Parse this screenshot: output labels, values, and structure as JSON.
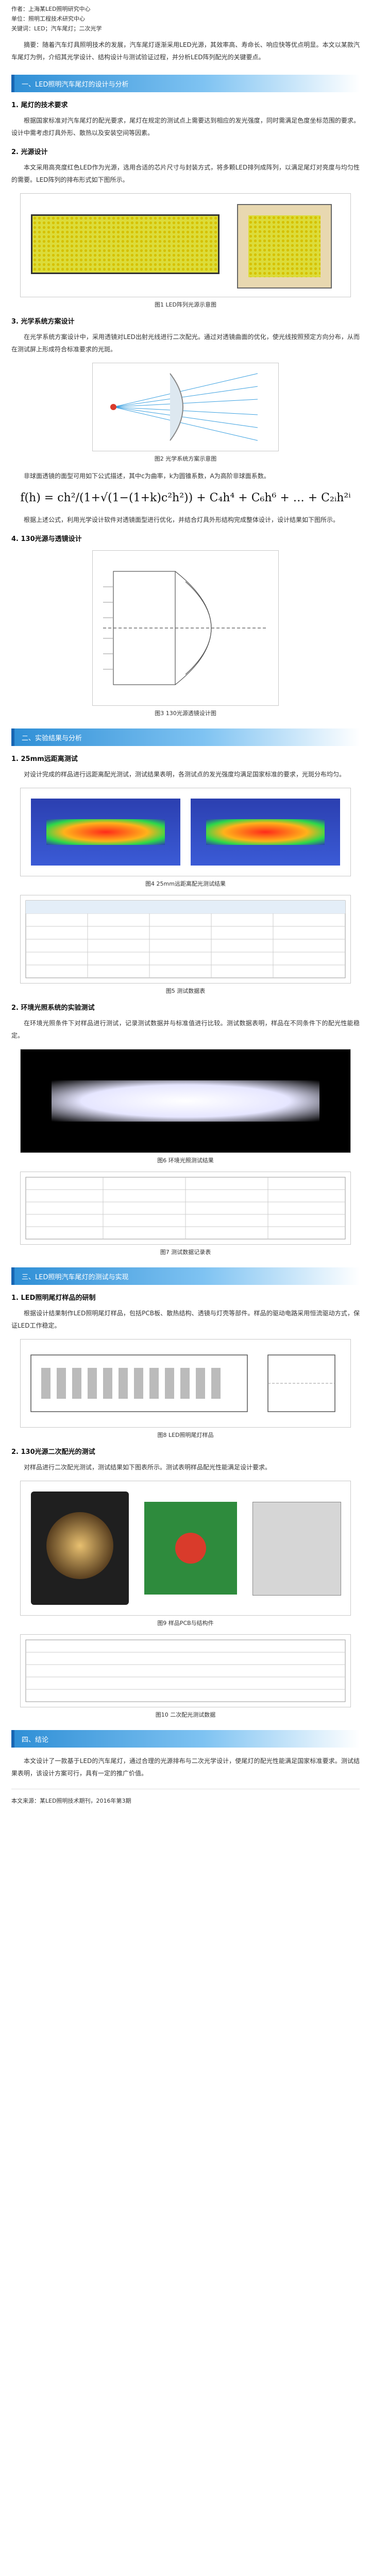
{
  "meta": {
    "author_label": "作者：",
    "author": "上海某LED照明研究中心",
    "unit_label": "单位：",
    "unit": "照明工程技术研究中心",
    "keywords_label": "关键词：",
    "keywords": "LED；汽车尾灯；二次光学"
  },
  "intro": "摘要：随着汽车灯具照明技术的发展，汽车尾灯逐渐采用LED光源，其效率高、寿命长、响应快等优点明显。本文以某款汽车尾灯为例，介绍其光学设计、结构设计与测试验证过程，并分析LED阵列配光的关键要点。",
  "sections": [
    {
      "title": "一、LED照明汽车尾灯的设计与分析"
    },
    {
      "title": "二、实验结果与分析"
    },
    {
      "title": "三、LED照明汽车尾灯的测试与实现"
    },
    {
      "title": "四、结论"
    }
  ],
  "sub": {
    "s1": "1. 尾灯的技术要求",
    "s2": "2. 光源设计",
    "s3": "3. 光学系统方案设计",
    "s4": "4. 130光源与透镜设计",
    "s5": "1. 25mm远距离测试",
    "s6": "2. 环境光照系统的实验测试",
    "s7": "1. LED照明尾灯样品的研制",
    "s8": "2. 130光源二次配光的测试"
  },
  "paras": {
    "p1": "根据国家标准对汽车尾灯的配光要求，尾灯在规定的测试点上需要达到相应的发光强度，同时需满足色度坐标范围的要求。设计中需考虑灯具外形、散热以及安装空间等因素。",
    "p2": "本文采用高亮度红色LED作为光源，选用合适的芯片尺寸与封装方式，将多颗LED排列成阵列，以满足尾灯对亮度与均匀性的需要。LED阵列的排布形式如下图所示。",
    "p3": "在光学系统方案设计中，采用透镜对LED出射光线进行二次配光。通过对透镜曲面的优化，使光线按照预定方向分布，从而在测试屏上形成符合标准要求的光斑。",
    "p4": "非球面透镜的面型可用如下公式描述，其中c为曲率，k为圆锥系数，A为高阶非球面系数。",
    "p5": "根据上述公式，利用光学设计软件对透镜面型进行优化，并结合灯具外形结构完成整体设计，设计结果如下图所示。",
    "p6": "对设计完成的样品进行远距离配光测试，测试结果表明，各测试点的发光强度均满足国家标准的要求，光斑分布均匀。",
    "p7": "在环境光照条件下对样品进行测试，记录测试数据并与标准值进行比较。测试数据表明，样品在不同条件下的配光性能稳定。",
    "p8": "根据设计结果制作LED照明尾灯样品，包括PCB板、散热结构、透镜与灯壳等部件。样品的驱动电路采用恒流驱动方式，保证LED工作稳定。",
    "p9": "对样品进行二次配光测试，测试结果如下图表所示。测试表明样品配光性能满足设计要求。",
    "p10": "本文设计了一款基于LED的汽车尾灯，通过合理的光源排布与二次光学设计，使尾灯的配光性能满足国家标准要求。测试结果表明，该设计方案可行，具有一定的推广价值。"
  },
  "formula": "f(h) = ch²/(1+√(1−(1+k)c²h²)) + C₄h⁴ + C₆h⁶ + … + C₂ᵢh²ⁱ",
  "captions": {
    "f1": "图1 LED阵列光源示意图",
    "f2": "图2 光学系统方案示意图",
    "f3": "图3 130光源透镜设计图",
    "f4": "图4 25mm远距离配光测试结果",
    "f5": "图5 测试数据表",
    "f6": "图6 环境光照测试结果",
    "f7": "图7 测试数据记录表",
    "f8": "图8 LED照明尾灯样品",
    "f9": "图9 样品PCB与结构件",
    "f10": "图10 二次配光测试数据"
  },
  "footer": "本文来源：某LED照明技术期刊，2016年第3期"
}
